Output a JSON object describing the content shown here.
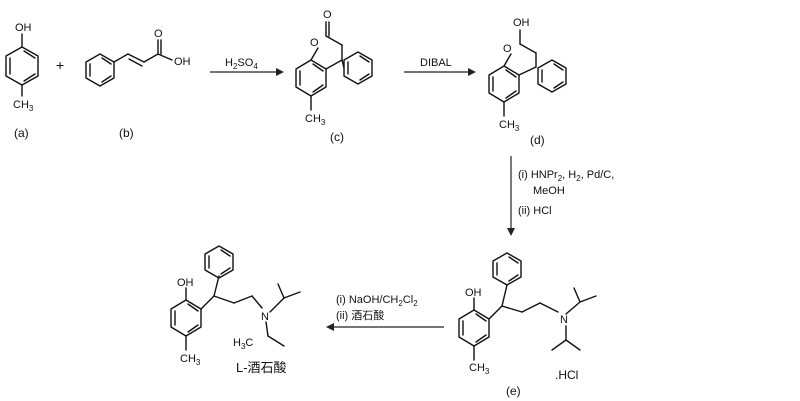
{
  "compounds": {
    "a": {
      "label": "(a)",
      "atoms": {
        "oh": "OH",
        "ch3": "CH",
        "ch3_sub": "3"
      }
    },
    "b": {
      "label": "(b)",
      "atoms": {
        "oh": "OH",
        "o": "O"
      }
    },
    "c": {
      "label": "(c)",
      "atoms": {
        "o_ring": "O",
        "o_carbonyl": "O",
        "ch3": "CH",
        "ch3_sub": "3"
      }
    },
    "d": {
      "label": "(d)",
      "atoms": {
        "o_ring": "O",
        "oh": "OH",
        "ch3": "CH",
        "ch3_sub": "3"
      }
    },
    "e": {
      "label": "(e)",
      "salt": ".HCl",
      "atoms": {
        "oh": "OH",
        "n": "N",
        "ch3": "CH",
        "ch3_sub": "3"
      }
    },
    "f": {
      "label": "L-酒石酸",
      "atoms": {
        "oh": "OH",
        "n": "N",
        "ch3": "CH",
        "ch3_sub": "3",
        "h3c": "H",
        "h3c_sub": "3",
        "h3c_c": "C"
      }
    }
  },
  "plus": "+",
  "reactions": {
    "step1": {
      "reagent": "H",
      "reagent_sub1": "2",
      "reagent_mid": "SO",
      "reagent_sub2": "4"
    },
    "step2": {
      "reagent": "DIBAL"
    },
    "step3": {
      "line1_a": "(i) HNPr",
      "line1_sub": "2",
      "line1_b": ", H",
      "line1_sub2": "2",
      "line1_c": ", Pd/C,",
      "line2": "MeOH",
      "line3": "(ii) HCl"
    },
    "step4": {
      "line1_a": "(i) NaOH/CH",
      "line1_sub1": "2",
      "line1_b": "Cl",
      "line1_sub2": "2",
      "line2": "(ii) 酒石酸"
    }
  }
}
